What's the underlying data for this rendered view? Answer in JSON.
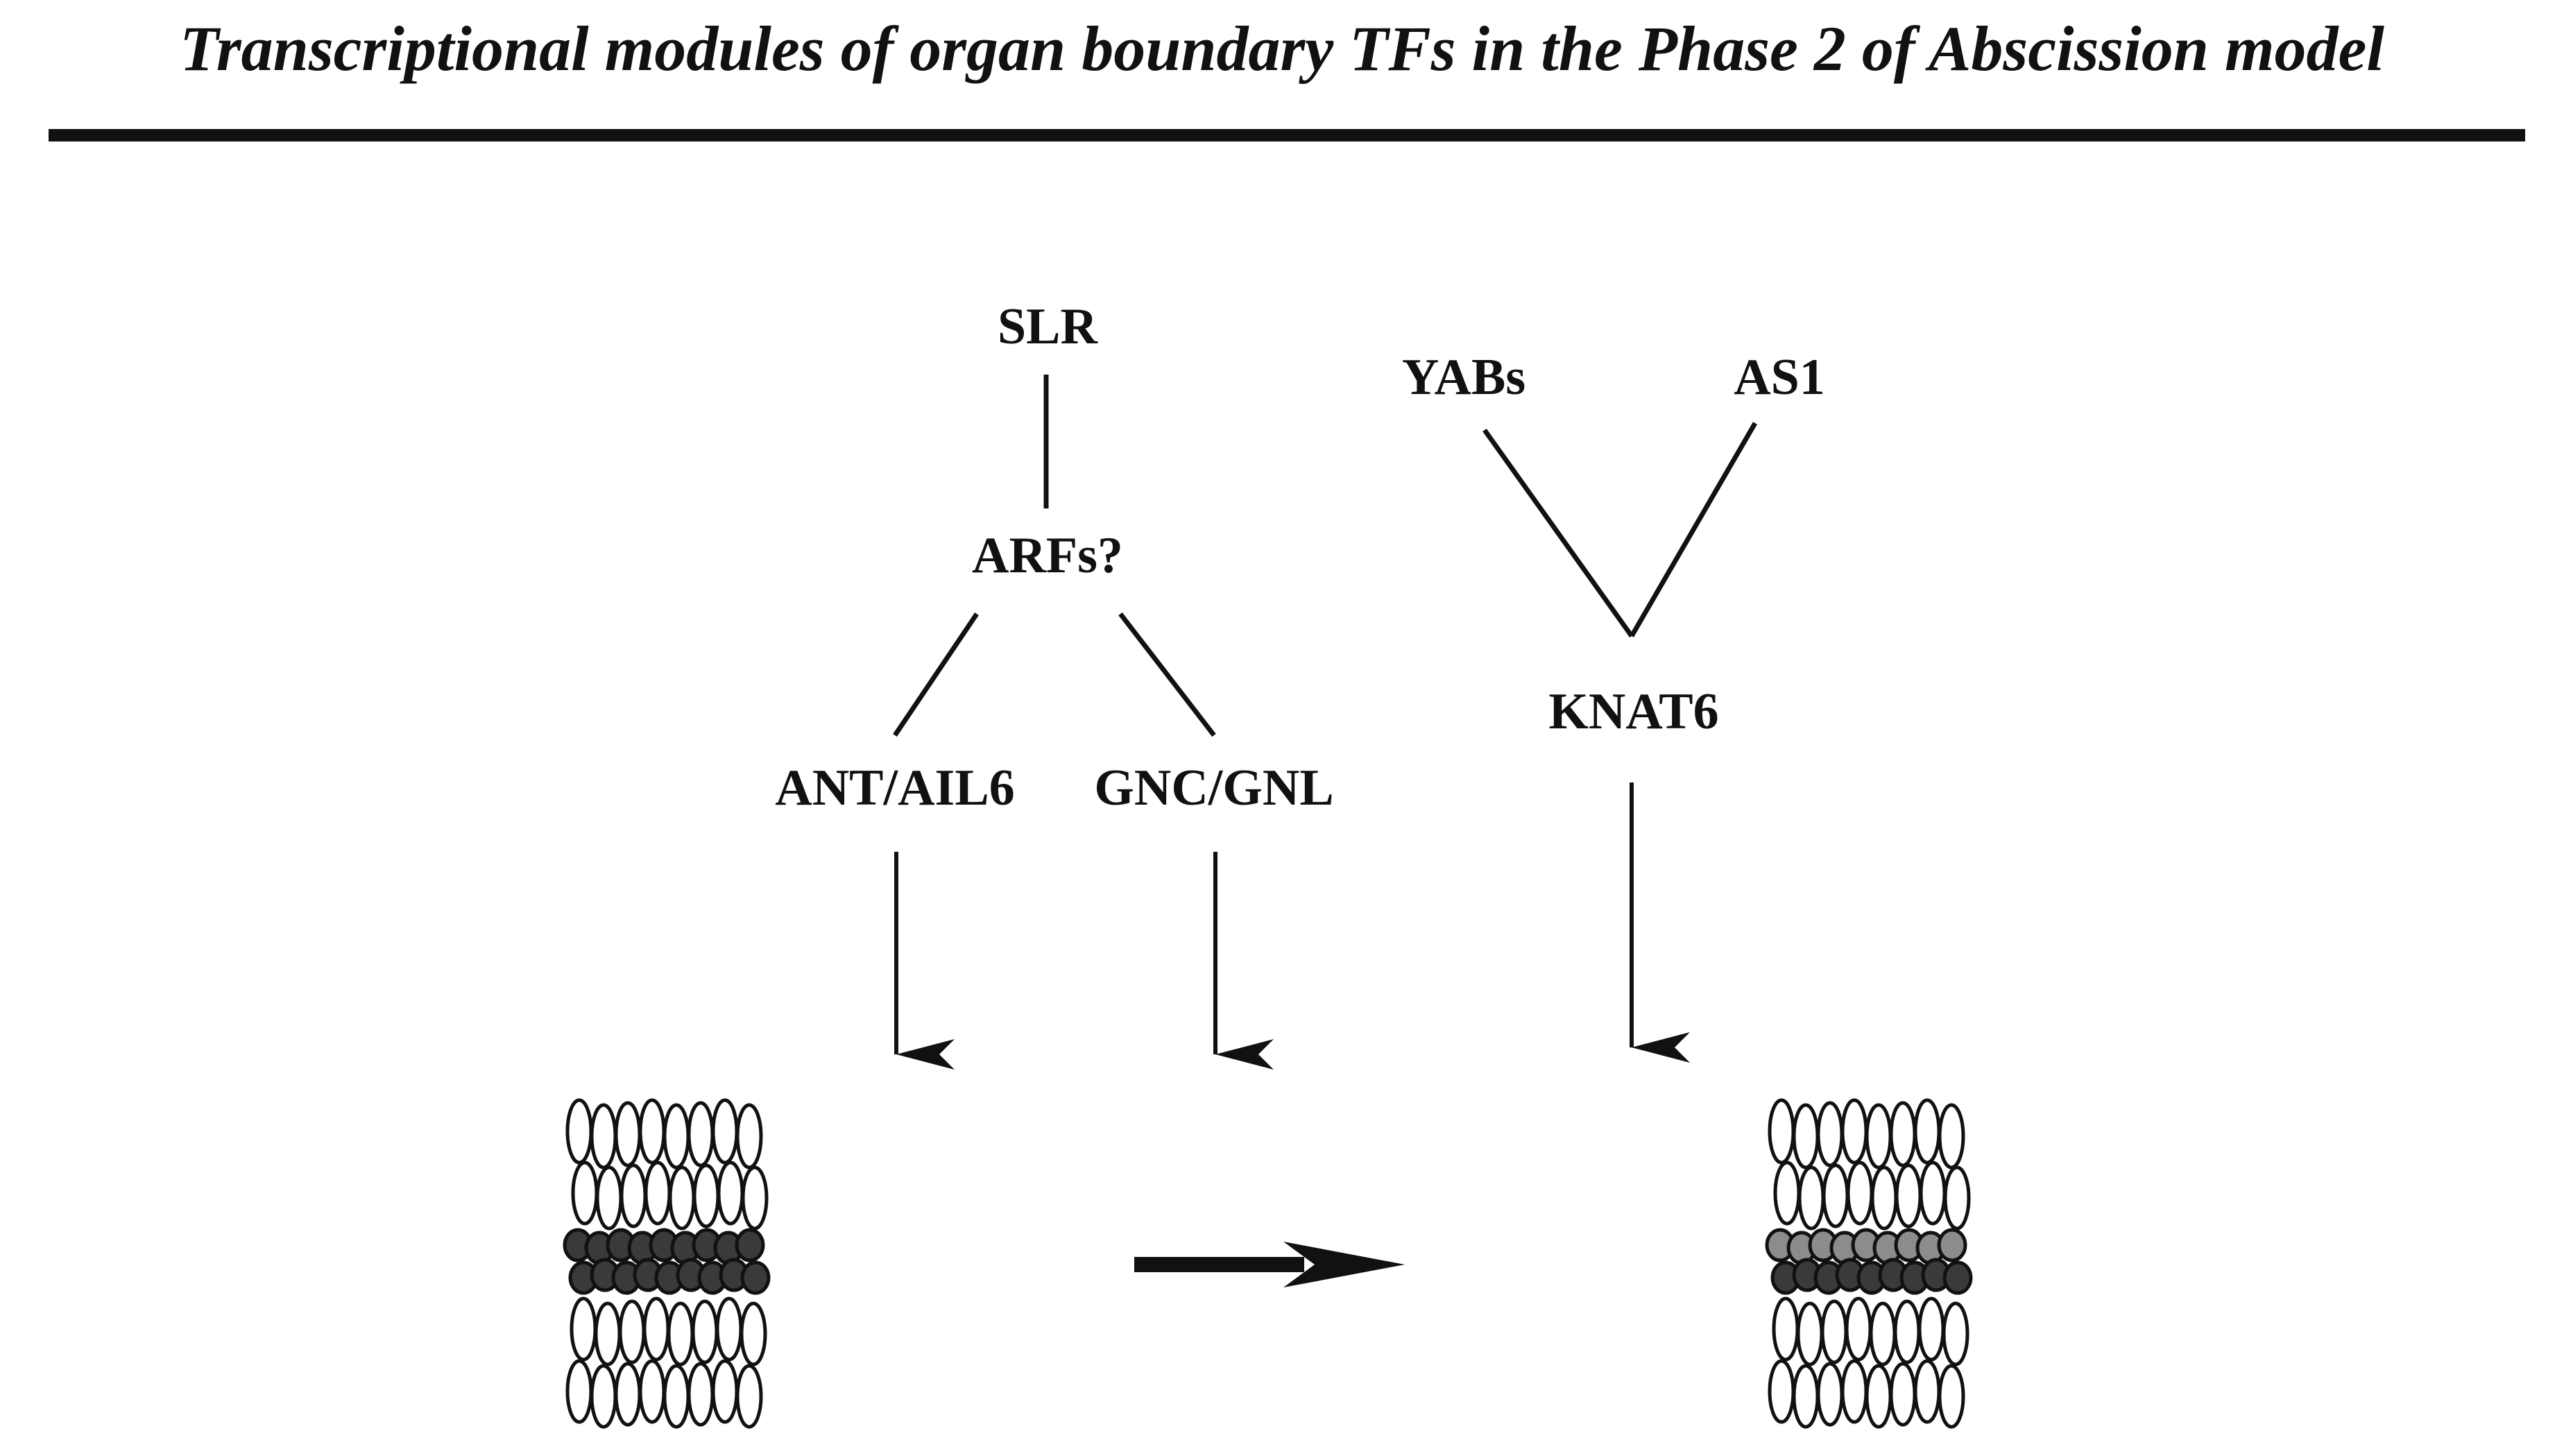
{
  "title": "Transcriptional modules of organ boundary TFs in the Phase 2 of Abscission model",
  "nodes": {
    "slr": "SLR",
    "arfs": "ARFs?",
    "ant_ail6": "ANT/AIL6",
    "gnc_gnl": "GNC/GNL",
    "yabs": "YABs",
    "as1": "AS1",
    "knat6": "KNAT6"
  },
  "colors": {
    "ink": "#111111",
    "cell_fill": "#ffffff",
    "zone_dark": "#3a3a3a",
    "zone_grey": "#8c8c8c"
  }
}
